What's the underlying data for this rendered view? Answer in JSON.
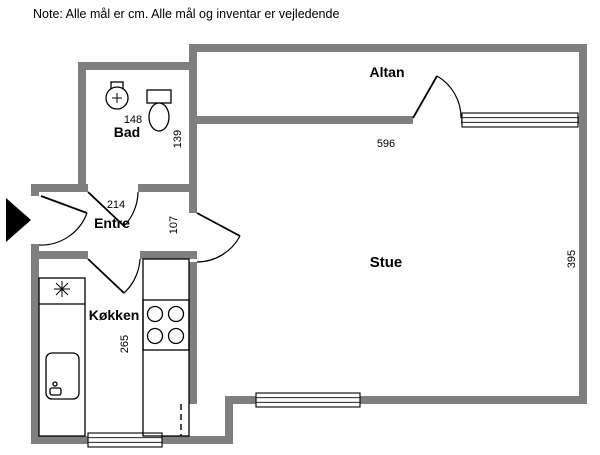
{
  "note": "Note: Alle mål er cm. Alle mål og inventar er vejledende",
  "rooms": {
    "altan": {
      "label": "Altan"
    },
    "bad": {
      "label": "Bad",
      "width_cm": "148",
      "depth_cm": "139"
    },
    "entre": {
      "label": "Entre",
      "width_cm": "214",
      "depth_cm": "107"
    },
    "stue": {
      "label": "Stue",
      "width_cm": "596",
      "depth_cm": "395"
    },
    "kokken": {
      "label": "Køkken",
      "depth_cm": "265"
    }
  },
  "colors": {
    "wall_gray": "#7f7f7f",
    "line_black": "#000000",
    "background": "#ffffff"
  }
}
